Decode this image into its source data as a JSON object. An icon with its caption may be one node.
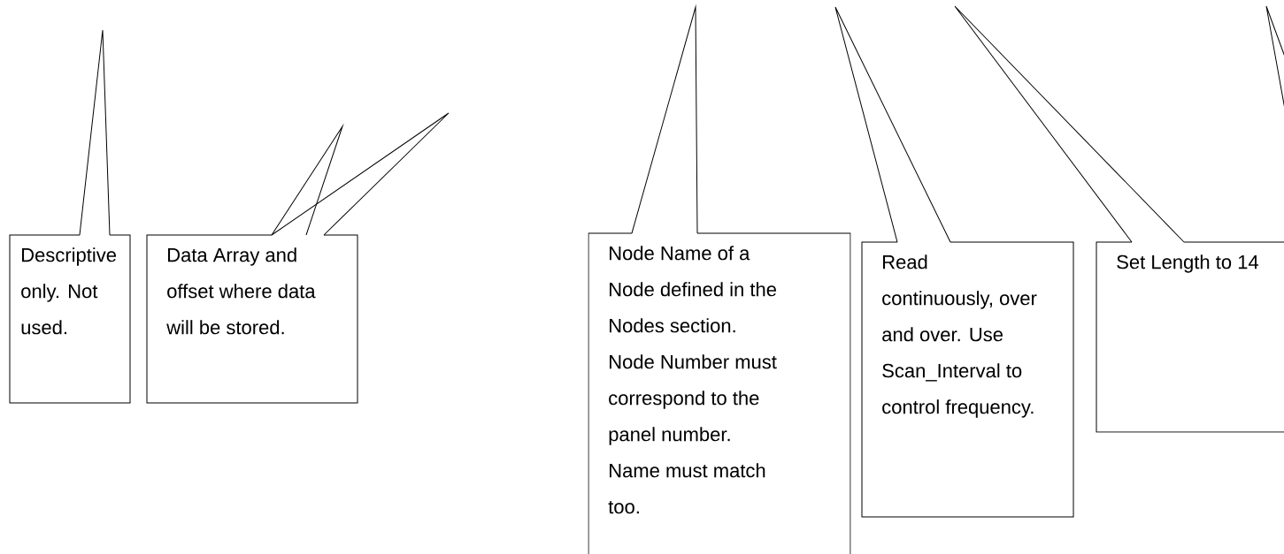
{
  "diagram": {
    "nodes": [
      {
        "text": [
          "Descriptive only. Not used."
        ]
      },
      {
        "text": [
          "Data Array and offset where data will be stored."
        ]
      },
      {
        "text": [
          "Node Name of a Node defined in the Nodes section. Node Number must correspond to the panel number. Name must match too."
        ]
      },
      {
        "text": [
          "Read continuously, over and over. Use Scan_Interval to control frequency."
        ]
      },
      {
        "text": [
          "Set Length to 14"
        ]
      }
    ],
    "edges": [
      {
        "from": 0,
        "to": null,
        "arrow": "none"
      },
      {
        "from": 1,
        "to": null,
        "arrow": "none"
      },
      {
        "from": 1,
        "to": null,
        "arrow": "none"
      },
      {
        "from": 2,
        "to": null,
        "arrow": "none"
      },
      {
        "from": 3,
        "to": null,
        "arrow": "none"
      },
      {
        "from": 4,
        "to": null,
        "arrow": "none"
      },
      {
        "from": 4,
        "to": null,
        "arrow": "none"
      }
    ]
  }
}
